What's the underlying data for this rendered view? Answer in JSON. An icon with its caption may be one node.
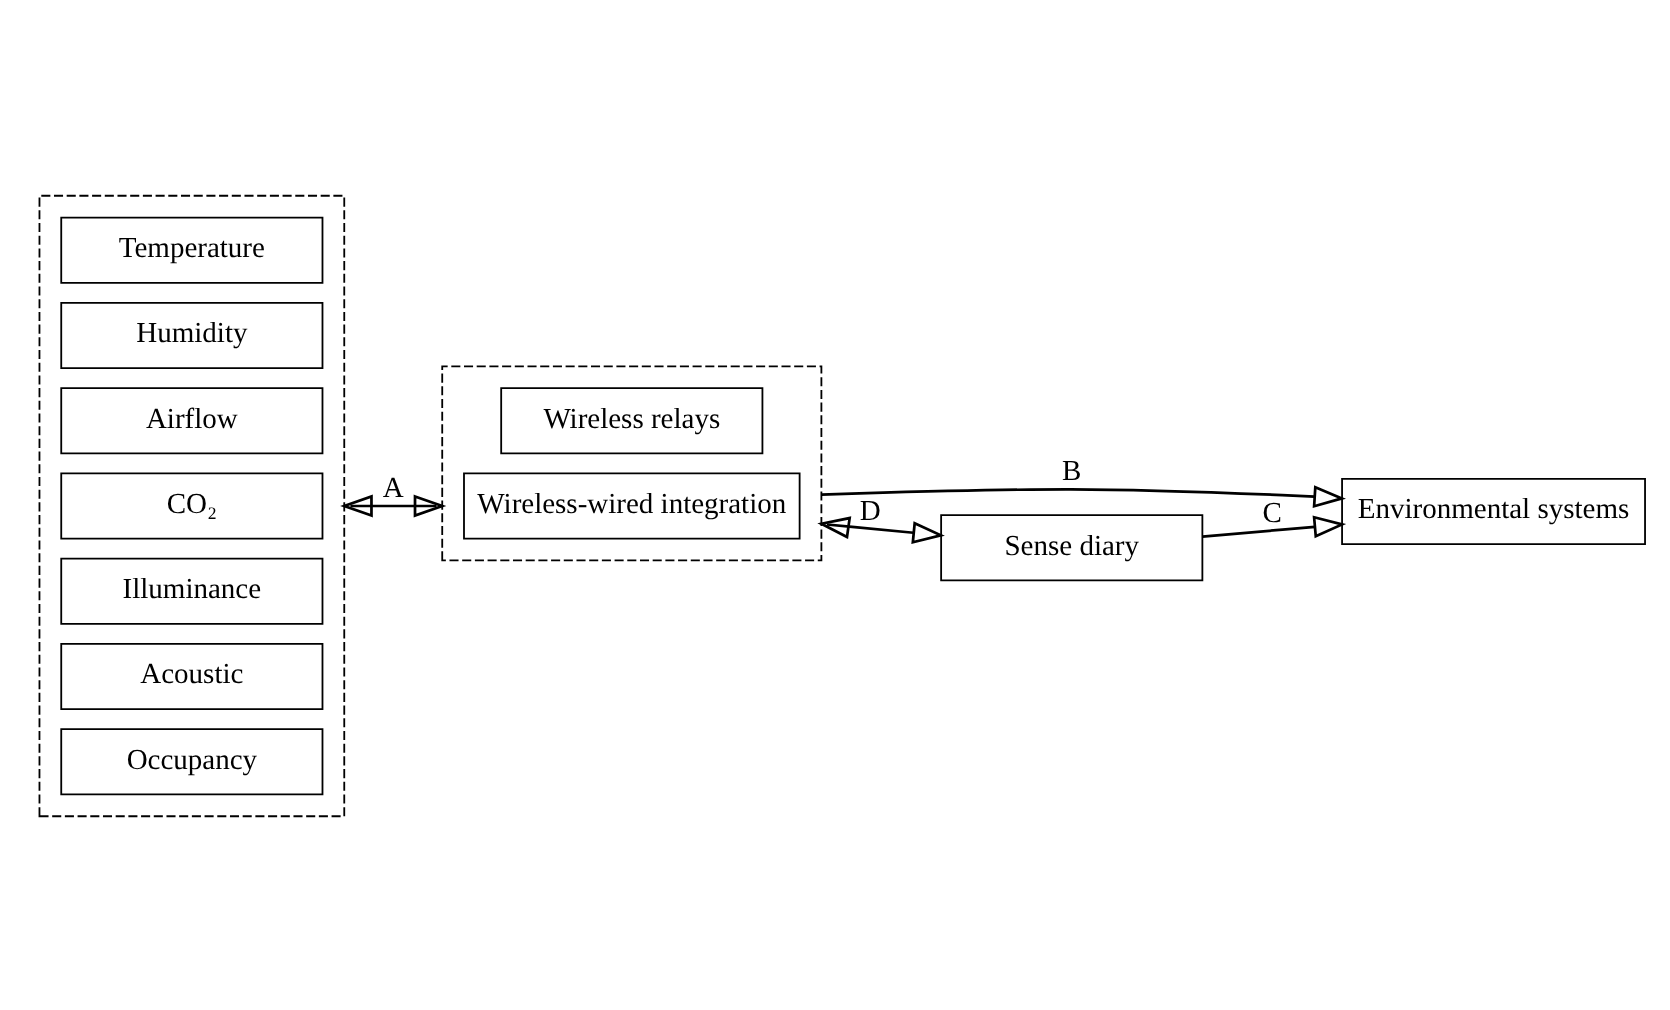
{
  "diagram": {
    "nodes": [
      {
        "text": [],
        "shape": "box"
      },
      {
        "text": [
          "Temperature"
        ],
        "in": 0
      },
      {
        "text": [
          "Humidity"
        ],
        "in": 0
      },
      {
        "text": [
          "Airflow"
        ],
        "in": 0
      },
      {
        "text": [
          "CO₂"
        ],
        "in": 0
      },
      {
        "text": [
          "Illuminance"
        ],
        "in": 0
      },
      {
        "text": [
          "Acoustic"
        ],
        "in": 0
      },
      {
        "text": [
          "Occupancy"
        ],
        "in": 0
      },
      {
        "text": [],
        "shape": "box"
      },
      {
        "text": [
          "Wireless relays"
        ],
        "in": 8
      },
      {
        "text": [
          "Wireless-wired integration"
        ],
        "in": 8
      },
      {
        "text": [
          "Environmental systems"
        ]
      },
      {
        "text": [
          "Sense diary"
        ]
      }
    ],
    "edges": [
      {
        "from": 0,
        "to": 8,
        "arrow": "both",
        "label": "A"
      },
      {
        "from": 8,
        "to": 11,
        "arrow": "to",
        "label": "B"
      },
      {
        "from": 12,
        "to": 11,
        "arrow": "to",
        "label": "C"
      },
      {
        "from": 8,
        "to": 12,
        "arrow": "both",
        "label": "D"
      }
    ]
  }
}
